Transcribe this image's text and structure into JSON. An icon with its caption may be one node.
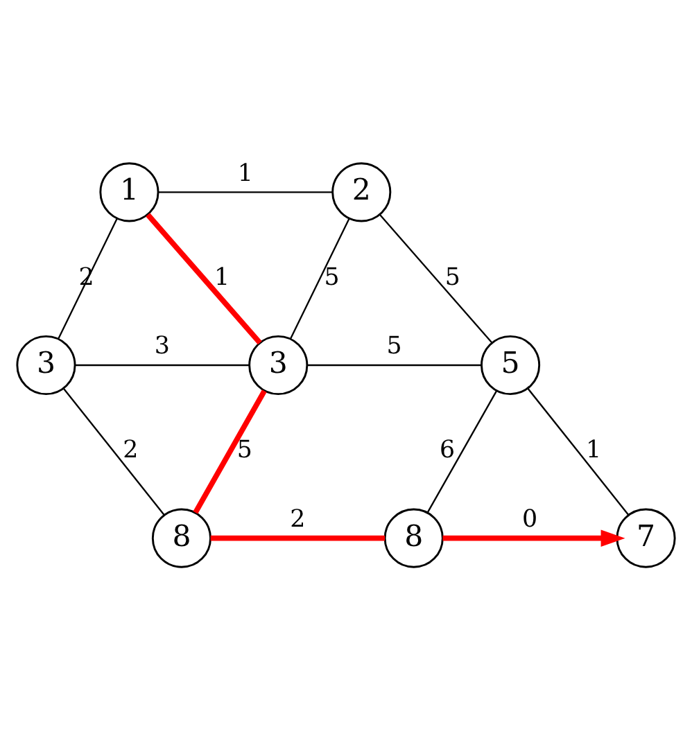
{
  "diagram": {
    "nodes": [
      {
        "text": [
          "1"
        ]
      },
      {
        "text": [
          "2"
        ]
      },
      {
        "text": [
          "3"
        ]
      },
      {
        "text": [
          "3"
        ]
      },
      {
        "text": [
          "5"
        ]
      },
      {
        "text": [
          "8"
        ]
      },
      {
        "text": [
          "8"
        ]
      },
      {
        "text": [
          "7"
        ]
      }
    ],
    "edges": [
      {
        "from": 0,
        "to": 1,
        "arrow": "none",
        "label": "1"
      },
      {
        "from": 0,
        "to": 3,
        "arrow": "none",
        "label": "2"
      },
      {
        "from": 0,
        "to": 2,
        "arrow": "none",
        "label": "1",
        "style": "thick",
        "color": "#ff0000"
      },
      {
        "from": 1,
        "to": 2,
        "arrow": "none",
        "label": "5"
      },
      {
        "from": 1,
        "to": 4,
        "arrow": "none",
        "label": "5"
      },
      {
        "from": 3,
        "to": 2,
        "arrow": "none",
        "label": "3"
      },
      {
        "from": 2,
        "to": 4,
        "arrow": "none",
        "label": "5"
      },
      {
        "from": 3,
        "to": 5,
        "arrow": "none",
        "label": "2"
      },
      {
        "from": 2,
        "to": 5,
        "arrow": "none",
        "label": "5",
        "style": "thick",
        "color": "#ff0000"
      },
      {
        "from": 4,
        "to": 7,
        "arrow": "none",
        "label": "1"
      },
      {
        "from": 4,
        "to": 6,
        "arrow": "none",
        "label": "6"
      },
      {
        "from": 5,
        "to": 6,
        "arrow": "none",
        "label": "2",
        "style": "thick",
        "color": "#ff0000"
      },
      {
        "from": 6,
        "to": 7,
        "arrow": "to",
        "label": "0",
        "style": "thick",
        "color": "#ff0000"
      }
    ]
  }
}
